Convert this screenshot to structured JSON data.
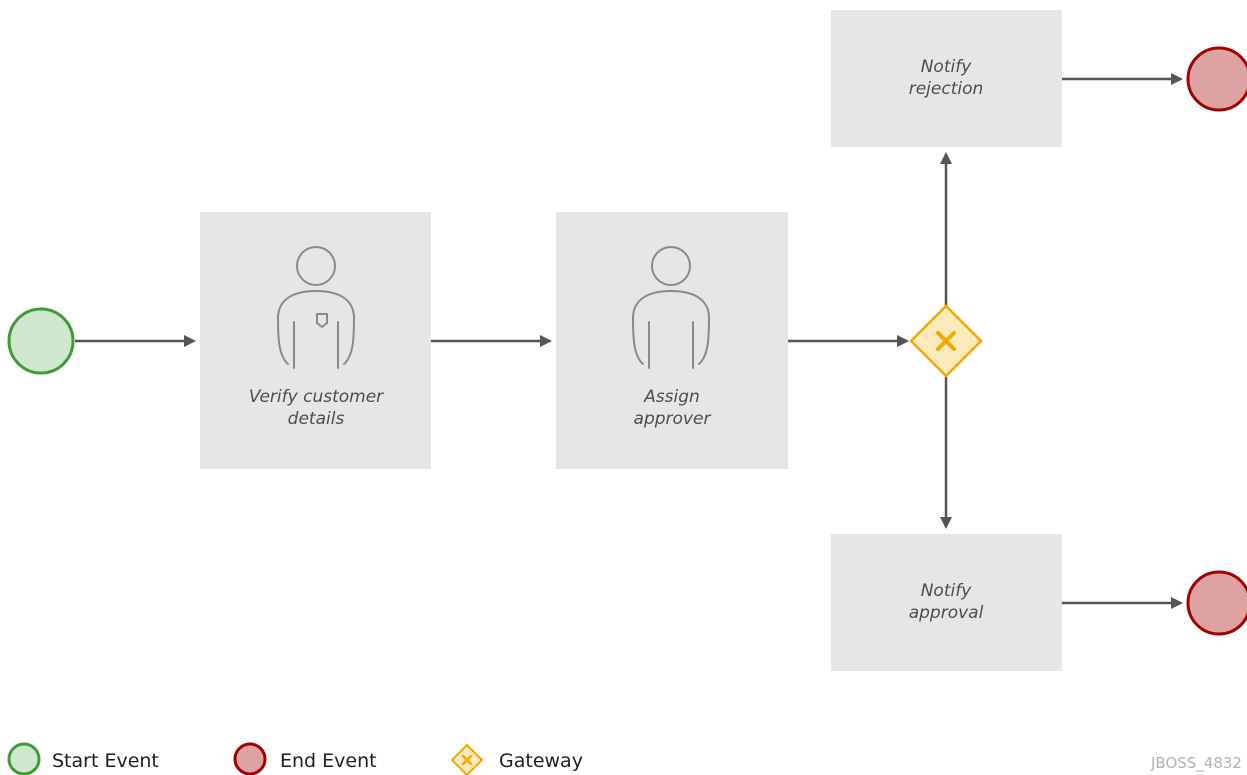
{
  "diagram": {
    "tasks": {
      "verify_customer": [
        "Verify customer",
        "details"
      ],
      "assign_approver": [
        "Assign",
        "approver"
      ],
      "notify_rejection": [
        "Notify",
        "rejection"
      ],
      "notify_approval": [
        "Notify",
        "approval"
      ]
    },
    "legend": {
      "start_event": "Start Event",
      "end_event": "End Event",
      "gateway": "Gateway"
    },
    "watermark": "JBOSS_4832"
  },
  "colors": {
    "task_fill": "#e6e6e6",
    "arrow": "#555555",
    "start_fill": "#cfe6cf",
    "start_stroke": "#3f9c35",
    "end_fill": "#dea2a2",
    "end_stroke": "#a30000",
    "gateway_fill": "#fbeabc",
    "gateway_stroke": "#f0ab00",
    "user_icon_stroke": "#8a8a8a"
  },
  "icons": {
    "start": "start-event-circle",
    "end": "end-event-circle",
    "gateway": "exclusive-gateway-x",
    "task": "user-task-person"
  }
}
